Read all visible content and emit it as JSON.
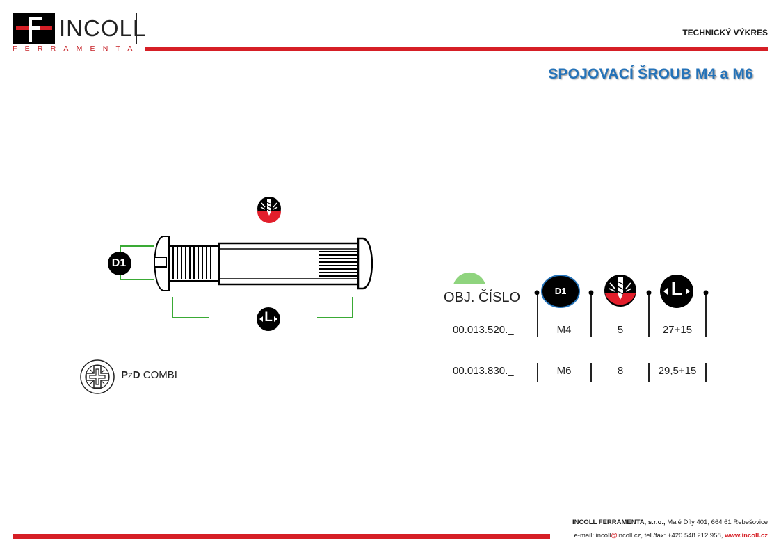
{
  "header": {
    "logo_text": "INCOLL",
    "logo_sub": "FERRAMENTA",
    "doc_type": "TECHNICKÝ VÝKRES",
    "title": "SPOJOVACÍ ŠROUB M4 a M6"
  },
  "drawing": {
    "d1_label": "D1",
    "l_label": "L",
    "drive_label_p": "P",
    "drive_label_z": "Z",
    "drive_label_d": "D",
    "drive_label_rest": " COMBI"
  },
  "table": {
    "header_obj": "OBJ. ČÍSLO",
    "header_d1": "D1",
    "header_l": "L",
    "rows": [
      {
        "code": "00.013.520._",
        "d1": "M4",
        "drill": "5",
        "length": "27+15"
      },
      {
        "code": "00.013.830._",
        "d1": "M6",
        "drill": "8",
        "length": "29,5+15"
      }
    ]
  },
  "footer": {
    "company": "INCOLL FERRAMENTA, s.r.o.,",
    "address": " Malé Díly 401, 664 61 Rebešovice",
    "contact": "e-mail: incoll",
    "at": "@",
    "contact2": "incoll.cz, tel./fax: +420 548 212 958, ",
    "web": "www.incoll.cz"
  },
  "colors": {
    "brand_red": "#d61f26",
    "title_blue": "#2472b8",
    "dimension_green": "#3aaa35",
    "light_green": "#8fd47e"
  },
  "icons": [
    "drill-bit-icon",
    "length-arrows-icon",
    "pozidriv-icon"
  ]
}
